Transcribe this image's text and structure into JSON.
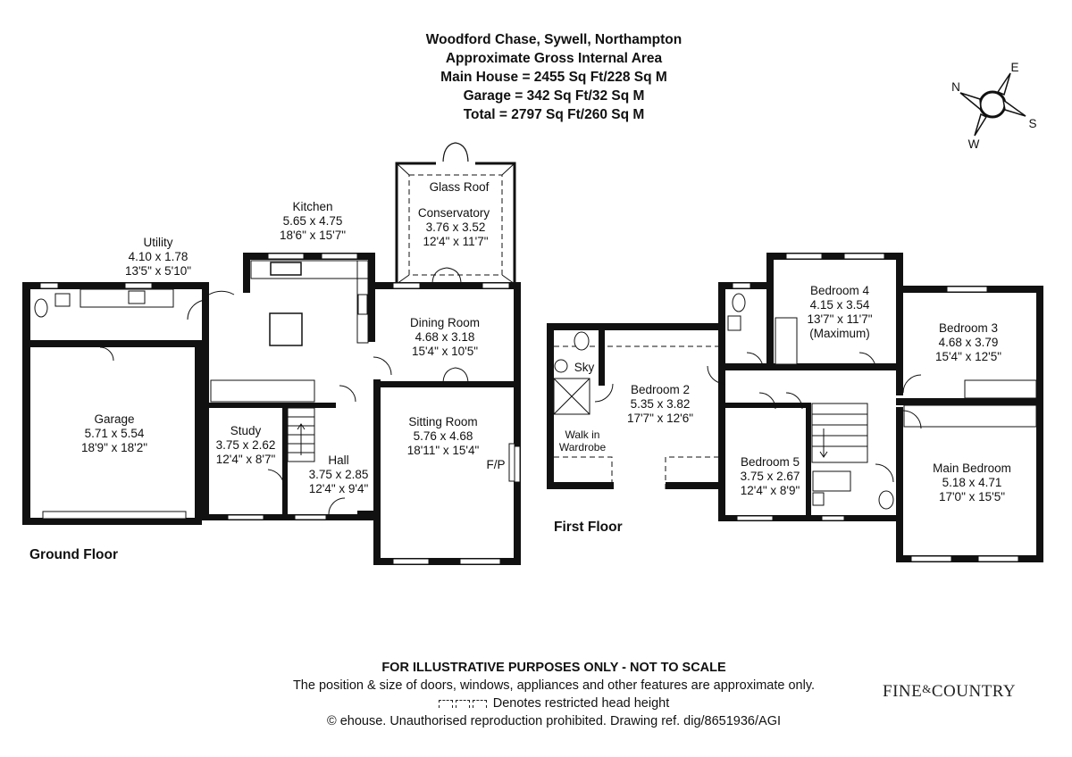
{
  "header": {
    "title": "Woodford Chase, Sywell, Northampton",
    "subtitle": "Approximate Gross Internal Area",
    "main_house": "Main House = 2455 Sq Ft/228 Sq M",
    "garage": "Garage = 342 Sq Ft/32 Sq M",
    "total": "Total = 2797 Sq Ft/260 Sq M"
  },
  "compass": {
    "n": "N",
    "e": "E",
    "s": "S",
    "w": "W"
  },
  "ground_floor": {
    "label": "Ground Floor",
    "rooms": {
      "utility": {
        "name": "Utility",
        "metric": "4.10 x 1.78",
        "imperial": "13'5\" x 5'10\""
      },
      "kitchen": {
        "name": "Kitchen",
        "metric": "5.65 x 4.75",
        "imperial": "18'6\" x 15'7\""
      },
      "conservatory": {
        "roof": "Glass Roof",
        "name": "Conservatory",
        "metric": "3.76 x 3.52",
        "imperial": "12'4\" x 11'7\""
      },
      "dining": {
        "name": "Dining Room",
        "metric": "4.68 x 3.18",
        "imperial": "15'4\" x 10'5\""
      },
      "garage": {
        "name": "Garage",
        "metric": "5.71 x 5.54",
        "imperial": "18'9\" x 18'2\""
      },
      "study": {
        "name": "Study",
        "metric": "3.75 x 2.62",
        "imperial": "12'4\" x 8'7\""
      },
      "hall": {
        "name": "Hall",
        "metric": "3.75 x 2.85",
        "imperial": "12'4\" x 9'4\""
      },
      "sitting": {
        "name": "Sitting Room",
        "metric": "5.76 x 4.68",
        "imperial": "18'11\" x 15'4\"",
        "fireplace": "F/P"
      }
    }
  },
  "first_floor": {
    "label": "First Floor",
    "rooms": {
      "sky": "Sky",
      "wardrobe": {
        "line1": "Walk in",
        "line2": "Wardrobe"
      },
      "bedroom2": {
        "name": "Bedroom 2",
        "metric": "5.35 x 3.82",
        "imperial": "17'7\" x 12'6\""
      },
      "bedroom4": {
        "name": "Bedroom 4",
        "metric": "4.15 x 3.54",
        "imperial": "13'7\" x 11'7\"",
        "note": "(Maximum)"
      },
      "bedroom3": {
        "name": "Bedroom 3",
        "metric": "4.68 x 3.79",
        "imperial": "15'4\" x 12'5\""
      },
      "bedroom5": {
        "name": "Bedroom 5",
        "metric": "3.75 x 2.67",
        "imperial": "12'4\" x 8'9\""
      },
      "main_bedroom": {
        "name": "Main Bedroom",
        "metric": "5.18 x 4.71",
        "imperial": "17'0\" x 15'5\""
      }
    }
  },
  "footer": {
    "line1": "FOR ILLUSTRATIVE PURPOSES ONLY - NOT TO SCALE",
    "line2": "The position & size of doors, windows, appliances and other features are approximate only.",
    "line3": "Denotes restricted head height",
    "line4": "© ehouse. Unauthorised reproduction prohibited. Drawing ref. dig/8651936/AGI"
  },
  "brand": {
    "left": "FINE",
    "amp": "&",
    "right": "COUNTRY"
  }
}
